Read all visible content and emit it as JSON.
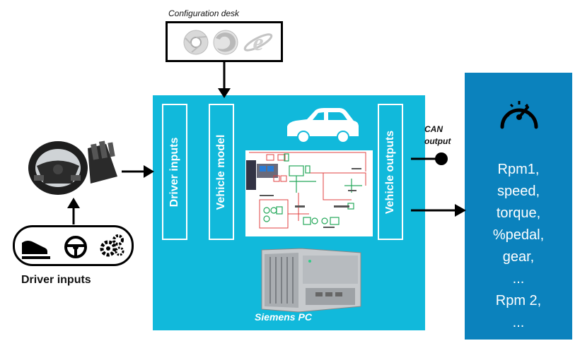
{
  "config": {
    "title": "Configuration desk",
    "browsers": [
      "chrome-icon",
      "firefox-icon",
      "ie-icon"
    ]
  },
  "main": {
    "panels": [
      "Driver inputs",
      "Vehicle model",
      "Vehicle outputs"
    ],
    "pc_label": "Siemens PC"
  },
  "can": {
    "line1": "CAN",
    "line2": "output"
  },
  "outputs": {
    "items": [
      "Rpm1,",
      "speed,",
      "torque,",
      "%pedal,",
      "gear,",
      "...",
      "Rpm 2,",
      "..."
    ]
  },
  "driver": {
    "label": "Driver inputs",
    "icons": [
      "shoe-pedal-icon",
      "steering-wheel-icon",
      "gears-icon"
    ]
  },
  "colors": {
    "main_box": "#11b9db",
    "output_box": "#0b82bd",
    "panel_border": "#ffffff"
  }
}
